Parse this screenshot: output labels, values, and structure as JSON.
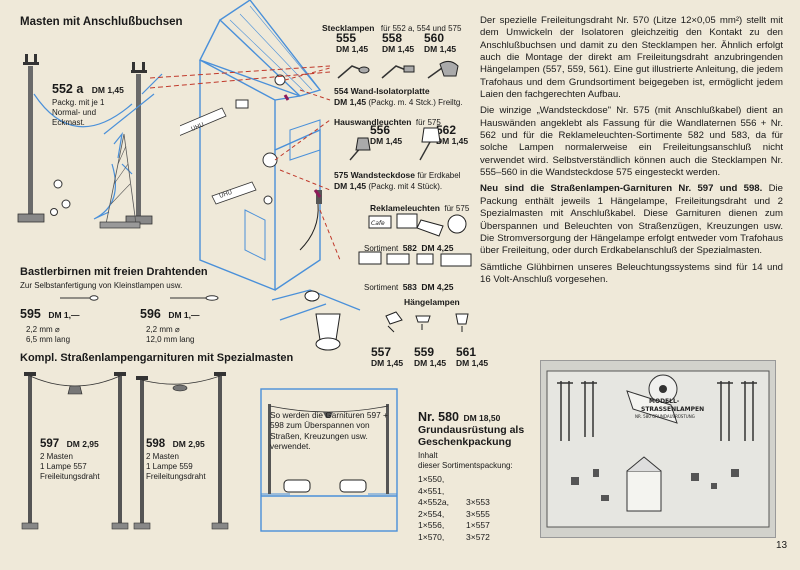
{
  "left": {
    "masts_title": "Masten mit Anschlußbuchsen",
    "m552": {
      "code": "552 a",
      "price": "DM 1,45",
      "desc1": "Packg. mit je 1",
      "desc2": "Normal- und",
      "desc3": "Eckmast."
    },
    "bulbs_title": "Bastlerbirnen mit freien Drahtenden",
    "bulbs_sub": "Zur Selbstanfertigung von Kleinstlampen usw.",
    "b595": {
      "code": "595",
      "price": "DM 1,—",
      "d1": "2,2 mm ⌀",
      "d2": "6,5 mm lang"
    },
    "b596": {
      "code": "596",
      "price": "DM 1,—",
      "d1": "2,2 mm ⌀",
      "d2": "12,0 mm lang"
    },
    "street_title": "Kompl. Straßenlampengarnituren mit Spezialmasten",
    "s597": {
      "code": "597",
      "price": "DM 2,95",
      "d1": "2 Masten",
      "d2": "1 Lampe 557",
      "d3": "Freileitungsdraht"
    },
    "s598": {
      "code": "598",
      "price": "DM 2,95",
      "d1": "2 Masten",
      "d2": "1 Lampe 559",
      "d3": "Freileitungsdraht"
    }
  },
  "middle": {
    "plug_title": "Stecklampen",
    "plug_for": "für 552 a, 554 und 575",
    "plugs": [
      {
        "code": "555",
        "price": "DM 1,45"
      },
      {
        "code": "558",
        "price": "DM 1,45"
      },
      {
        "code": "560",
        "price": "DM 1,45"
      }
    ],
    "w554": {
      "code": "554",
      "name": "Wand-Isolatorplatte",
      "price": "DM 1,45",
      "note": "(Packg. m. 4 Stck.) Freiltg."
    },
    "house_title": "Hauswandleuchten",
    "house_for": "für 575",
    "house": [
      {
        "code": "556",
        "price": "DM 1,45"
      },
      {
        "code": "562",
        "price": "DM 1,45"
      }
    ],
    "w575": {
      "code": "575",
      "name": "Wandsteckdose",
      "for": "für Erdkabel",
      "price": "DM 1,45",
      "note": "(Packg. mit 4 Stück)."
    },
    "ad_title": "Reklameleuchten",
    "ad_for": "für 575",
    "assort582": {
      "label": "Sortiment",
      "code": "582",
      "price": "DM 4,25"
    },
    "assort583": {
      "label": "Sortiment",
      "code": "583",
      "price": "DM 4,25"
    },
    "hanging_title": "Hängelampen",
    "hanging": [
      {
        "code": "557",
        "price": "DM 1,45"
      },
      {
        "code": "559",
        "price": "DM 1,45"
      },
      {
        "code": "561",
        "price": "DM 1,45"
      }
    ],
    "cafe": "Cafe",
    "uhu": "UHU",
    "scene_note": "So werden die Garnituren 597 + 598 zum Überspannen von Straßen, Kreuzungen usw. verwendet.",
    "n580": {
      "code": "Nr. 580",
      "price": "DM 18,50",
      "title1": "Grundausrüstung als",
      "title2": "Geschenkpackung",
      "inhalt": "Inhalt",
      "inhalt2": "dieser Sortimentspackung:"
    },
    "contents": [
      [
        "1×550,",
        ""
      ],
      [
        "4×551,",
        ""
      ],
      [
        "4×552a,",
        "3×553"
      ],
      [
        "2×554,",
        "3×555"
      ],
      [
        "1×556,",
        "1×557"
      ],
      [
        "1×570,",
        "3×572"
      ]
    ]
  },
  "right": {
    "p1": "Der spezielle Freileitungsdraht Nr. 570 (Litze 12×0,05 mm²) stellt mit dem Umwickeln der Isolatoren gleichzeitig den Kontakt zu den Anschlußbuchsen und damit zu den Stecklampen her. Ähnlich erfolgt auch die Montage der direkt am Freileitungsdraht anzubringenden Hängelampen (557, 559, 561). Eine gut illustrierte Anleitung, die jedem Trafohaus und dem Grundsortiment beigegeben ist, ermöglicht jedem Laien den fachgerechten Aufbau.",
    "p2": "Die winzige „Wandsteckdose\" Nr. 575 (mit Anschlußkabel) dient an Hauswänden angeklebt als Fassung für die Wandlaternen 556 + Nr. 562 und für die Reklameleuchten-Sortimente 582 und 583, da für solche Lampen normalerweise ein Freileitungsanschluß nicht verwendet wird. Selbstverständlich können auch die Stecklampen Nr. 555–560 in die Wandsteckdose 575 eingesteckt werden.",
    "p3_bold": "Neu sind die Straßenlampen-Garnituren Nr. 597 und 598.",
    "p3": "Die Packung enthält jeweils 1 Hängelampe, Freileitungsdraht und 2 Spezialmasten mit Anschlußkabel. Diese Garnituren dienen zum Überspannen und Beleuchten von Straßenzügen, Kreuzungen usw. Die Stromversorgung der Hängelampe erfolgt entweder vom Trafohaus über Freileitung, oder durch Erdkabelanschluß der Spezialmasten.",
    "p4": "Sämtliche Glühbirnen unseres Beleuchtungssystems sind für 14 und 16 Volt-Anschluß vorgesehen.",
    "box_brand": "MODELL-",
    "box_title": "STRASSENLAMPEN",
    "box_sub": "NR. 580 GRUNDAUSRÜSTUNG"
  },
  "page_number": "13"
}
